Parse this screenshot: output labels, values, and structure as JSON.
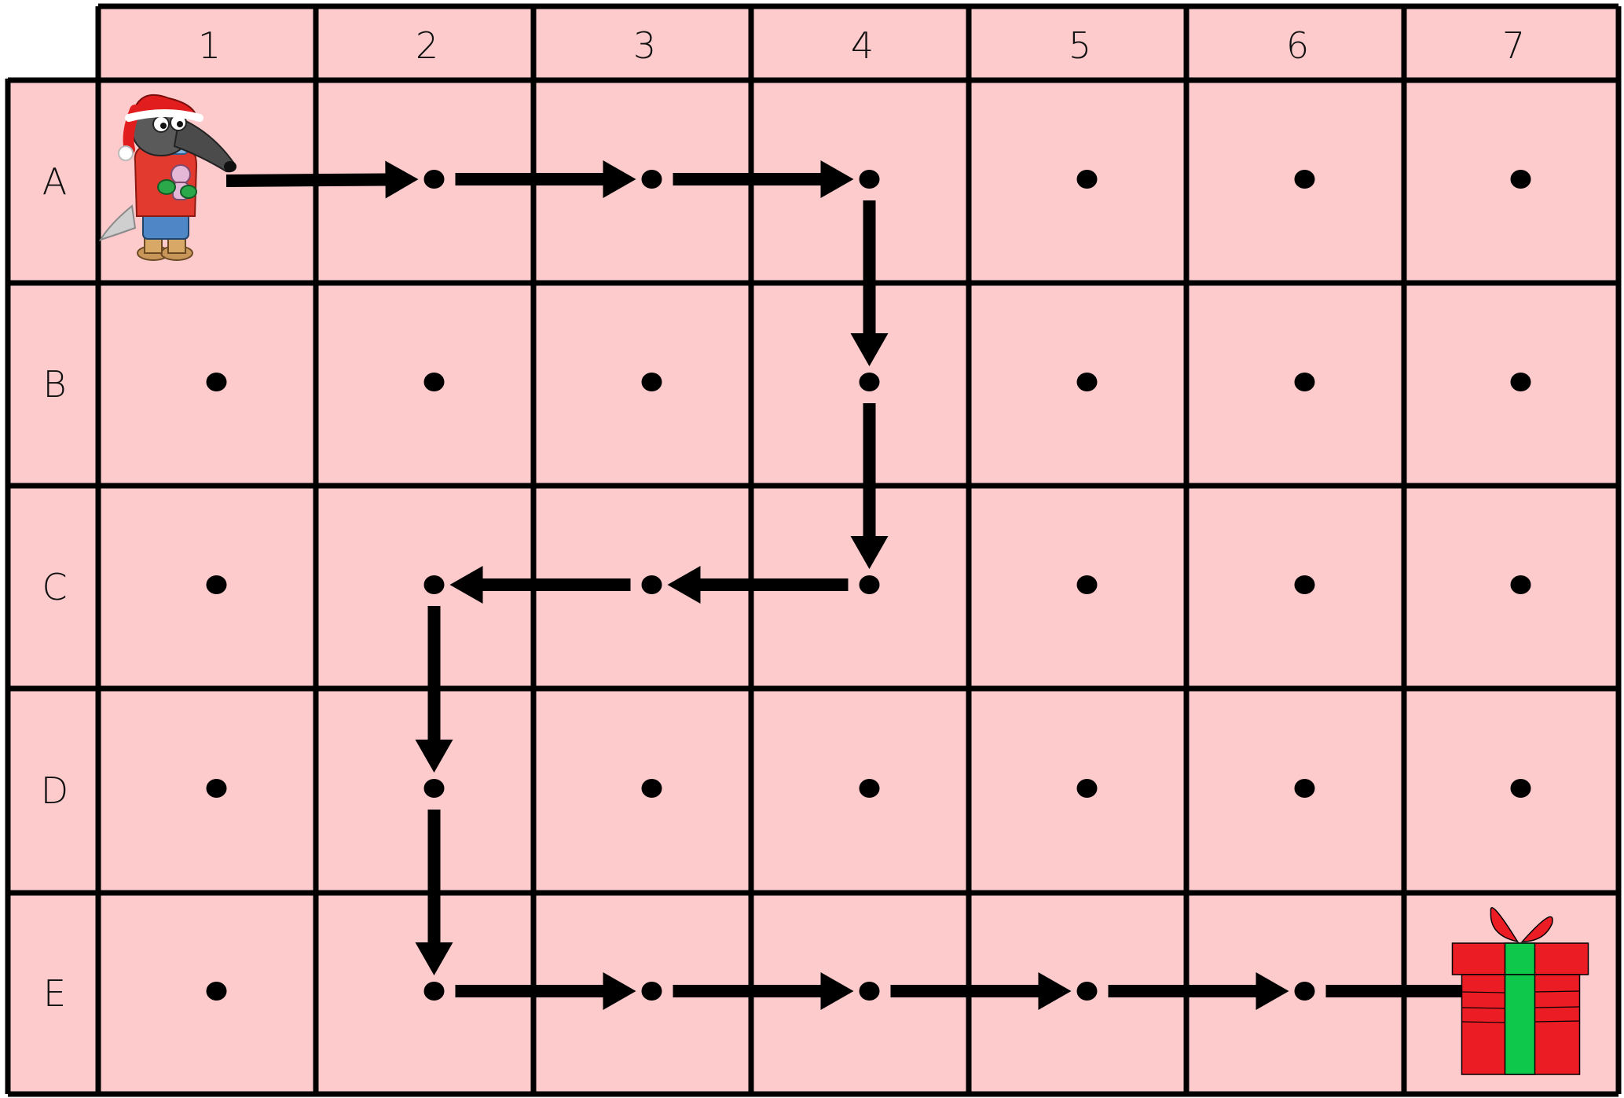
{
  "board": {
    "columns": [
      "1",
      "2",
      "3",
      "4",
      "5",
      "6",
      "7"
    ],
    "rows": [
      "A",
      "B",
      "C",
      "D",
      "E"
    ],
    "cell_color": "#fdcbcc",
    "line_color": "#000000"
  },
  "start": {
    "cell": "A1",
    "character": "anteater-santa-hat"
  },
  "goal": {
    "cell": "E7",
    "object": "gift-box",
    "box_color": "#ec1c24",
    "ribbon_color": "#0dc84a"
  },
  "dots": [
    "A2",
    "A3",
    "A4",
    "A5",
    "A6",
    "A7",
    "B1",
    "B2",
    "B3",
    "B4",
    "B5",
    "B6",
    "B7",
    "C1",
    "C2",
    "C3",
    "C4",
    "C5",
    "C6",
    "C7",
    "D1",
    "D2",
    "D3",
    "D4",
    "D5",
    "D6",
    "D7",
    "E1",
    "E2",
    "E3",
    "E4",
    "E5",
    "E6"
  ],
  "path": [
    {
      "from": "A1",
      "to": "A2"
    },
    {
      "from": "A2",
      "to": "A3"
    },
    {
      "from": "A3",
      "to": "A4"
    },
    {
      "from": "A4",
      "to": "B4"
    },
    {
      "from": "B4",
      "to": "C4"
    },
    {
      "from": "C4",
      "to": "C3"
    },
    {
      "from": "C3",
      "to": "C2"
    },
    {
      "from": "C2",
      "to": "D2"
    },
    {
      "from": "D2",
      "to": "E2"
    },
    {
      "from": "E2",
      "to": "E3"
    },
    {
      "from": "E3",
      "to": "E4"
    },
    {
      "from": "E4",
      "to": "E5"
    },
    {
      "from": "E5",
      "to": "E6"
    },
    {
      "from": "E6",
      "to": "E7"
    }
  ]
}
